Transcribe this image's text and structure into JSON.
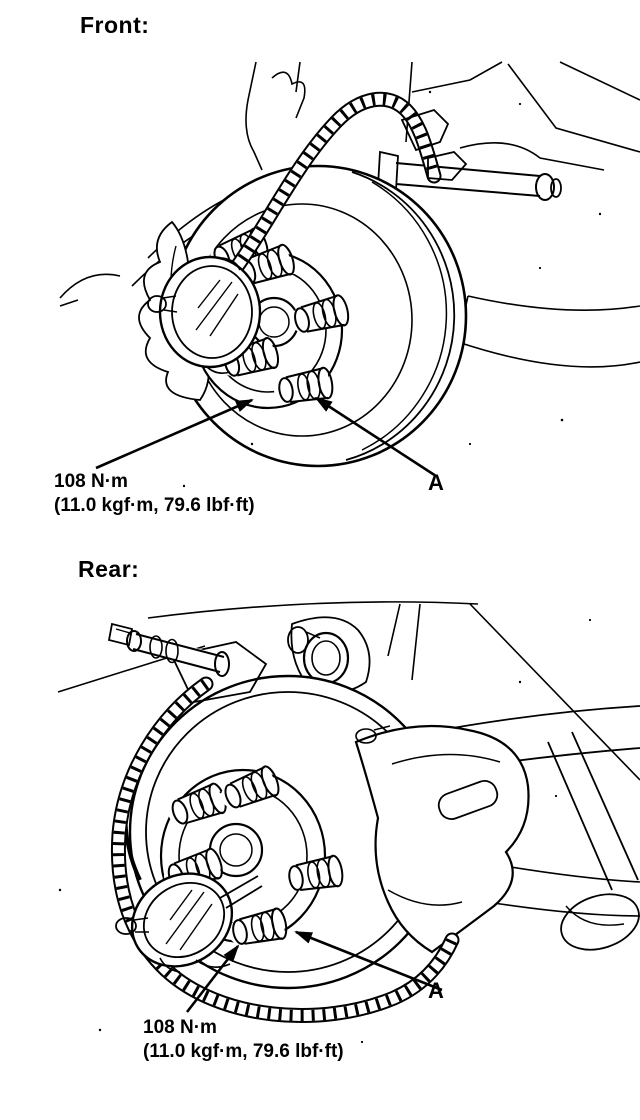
{
  "page": {
    "ink_color": "#000000",
    "paper_color": "#ffffff"
  },
  "front_section": {
    "title": "Front:",
    "torque_label": {
      "line1": "108 N·m",
      "line2": "(11.0 kgf·m, 79.6 lbf·ft)"
    },
    "part_label": "A"
  },
  "rear_section": {
    "title": "Rear:",
    "torque_label": {
      "line1": "108 N·m",
      "line2": "(11.0 kgf·m, 79.6 lbf·ft)"
    },
    "part_label": "A"
  }
}
